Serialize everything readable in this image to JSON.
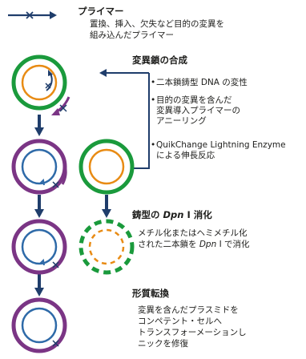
{
  "legend": {
    "title": "プライマー",
    "line1": "置換、挿入、欠失など目的の変異を",
    "line2": "組み込んだプライマー"
  },
  "steps": {
    "synthesis": {
      "title": "変異鎖の合成",
      "bullets": [
        [
          "二本鎖鋳型 DNA の変性"
        ],
        [
          "目的の変異を含んだ",
          "変異導入プライマーの",
          "アニーリング"
        ],
        [
          "QuikChange Lightning Enzyme",
          "による伸長反応"
        ]
      ]
    },
    "digestion": {
      "title_pre": "鋳型の ",
      "title_em": "Dpn",
      "title_post": " I 消化",
      "line1": "メチル化またはヘミメチル化",
      "line2_pre": "された二本鎖を ",
      "line2_em": "Dpn",
      "line2_post": " I で消化"
    },
    "transformation": {
      "title": "形質転換",
      "lines": [
        "変異を含んだプラスミドを",
        "コンペテント・セルへ",
        "トランスフォーメーションし",
        "ニックを修復"
      ]
    }
  },
  "colors": {
    "navy": "#1f3d6b",
    "green": "#1a9a3c",
    "orange": "#e88b14",
    "purple": "#7b3585",
    "blue": "#2e6aa8"
  }
}
